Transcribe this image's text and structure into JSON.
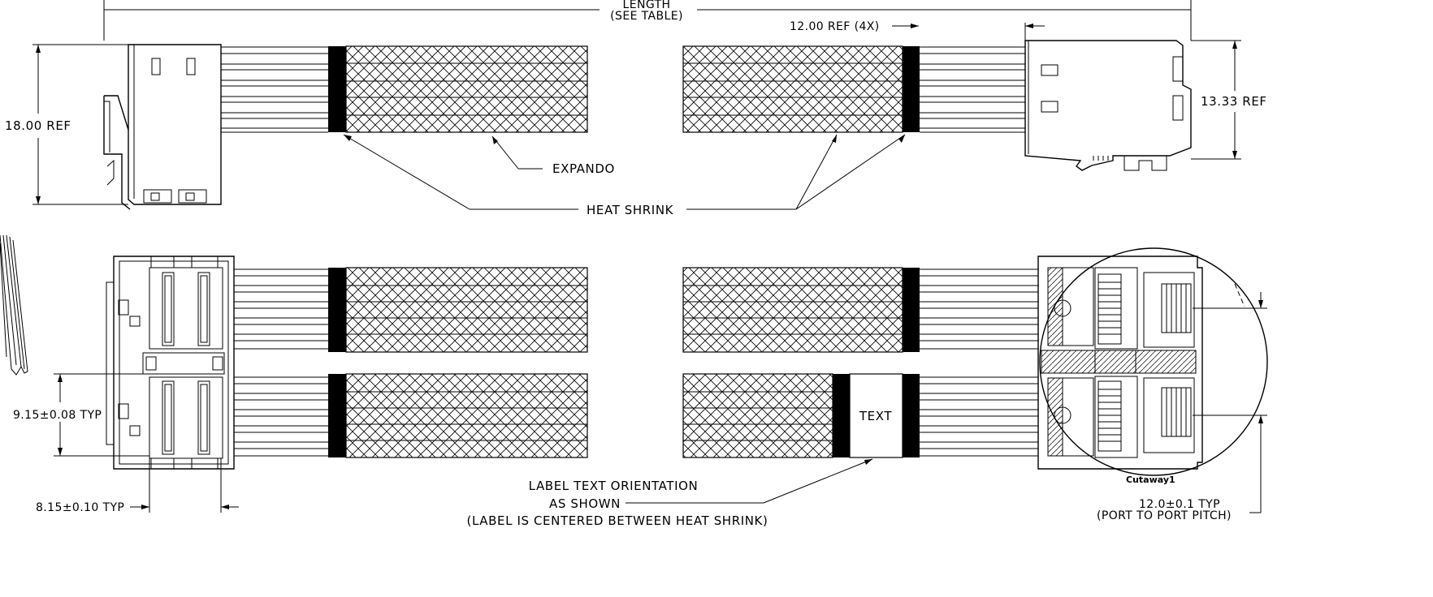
{
  "labels": {
    "length": "LENGTH",
    "see_table": "(SEE TABLE)",
    "ref_12": "12.00 REF (4X)",
    "ref_18": "18.00 REF",
    "ref_1333": "13.33 REF",
    "expando": "EXPANDO",
    "heat_shrink": "HEAT SHRINK",
    "typ_915": "9.15±0.08 TYP",
    "typ_815": "8.15±0.10 TYP",
    "text_label": "TEXT",
    "cutaway": "Cutaway1",
    "pitch_value": "12.0±0.1 TYP",
    "pitch_note": "(PORT TO PORT PITCH)",
    "label_note_1": "LABEL TEXT ORIENTATION",
    "label_note_2": "AS SHOWN",
    "label_note_3": "(LABEL IS CENTERED BETWEEN HEAT SHRINK)"
  }
}
